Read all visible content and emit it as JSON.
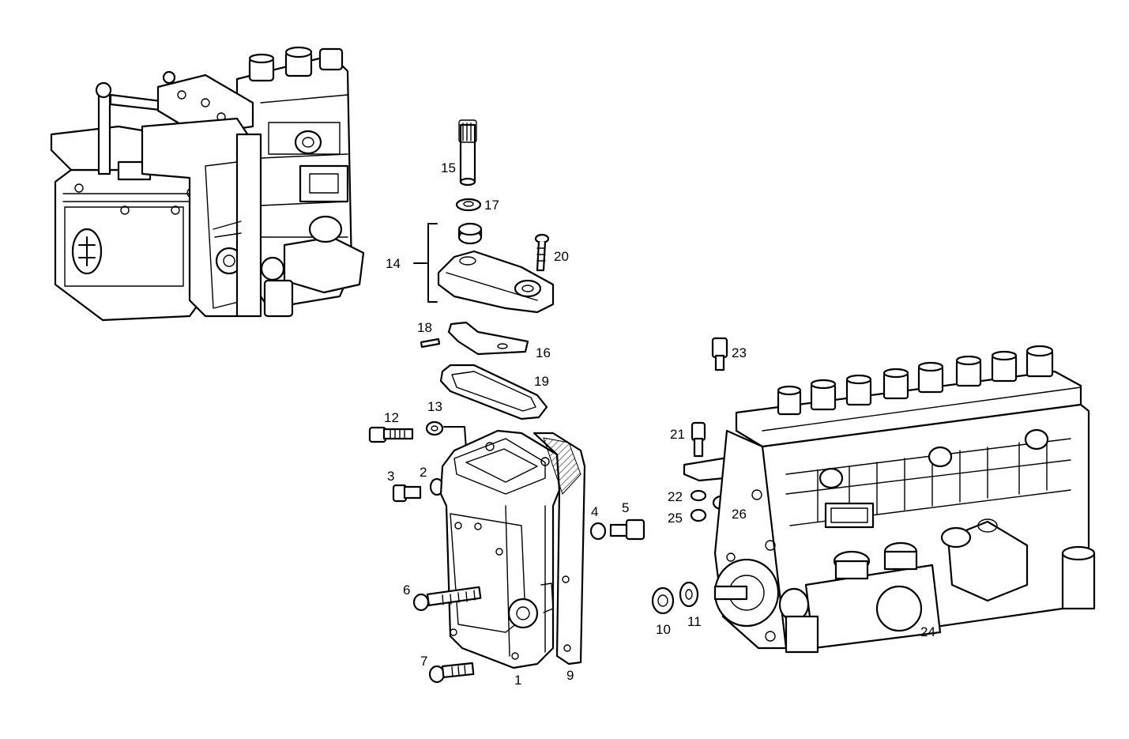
{
  "diagram": {
    "labels": {
      "p1": "1",
      "p2": "2",
      "p3": "3",
      "p4": "4",
      "p5": "5",
      "p6": "6",
      "p7": "7",
      "p9": "9",
      "p10": "10",
      "p11": "11",
      "p12": "12",
      "p13": "13",
      "p14": "14",
      "p15": "15",
      "p16": "16",
      "p17": "17",
      "p18": "18",
      "p19": "19",
      "p20": "20",
      "p21": "21",
      "p22": "22",
      "p23": "23",
      "p24": "24",
      "p25": "25",
      "p26": "26"
    }
  }
}
